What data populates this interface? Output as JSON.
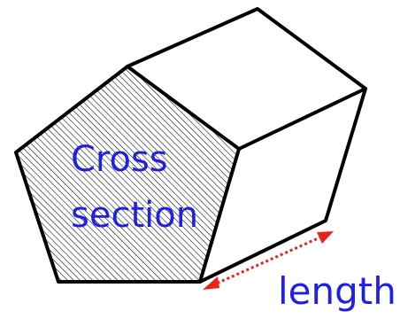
{
  "labels": {
    "cross_section_line1": "Cross",
    "cross_section_line2": "section",
    "length": "length"
  },
  "colors": {
    "outline": "#000000",
    "hatch": "#000000",
    "label_text": "#1f1fe6",
    "length_arrow": "#e8241a",
    "background": "#ffffff"
  }
}
